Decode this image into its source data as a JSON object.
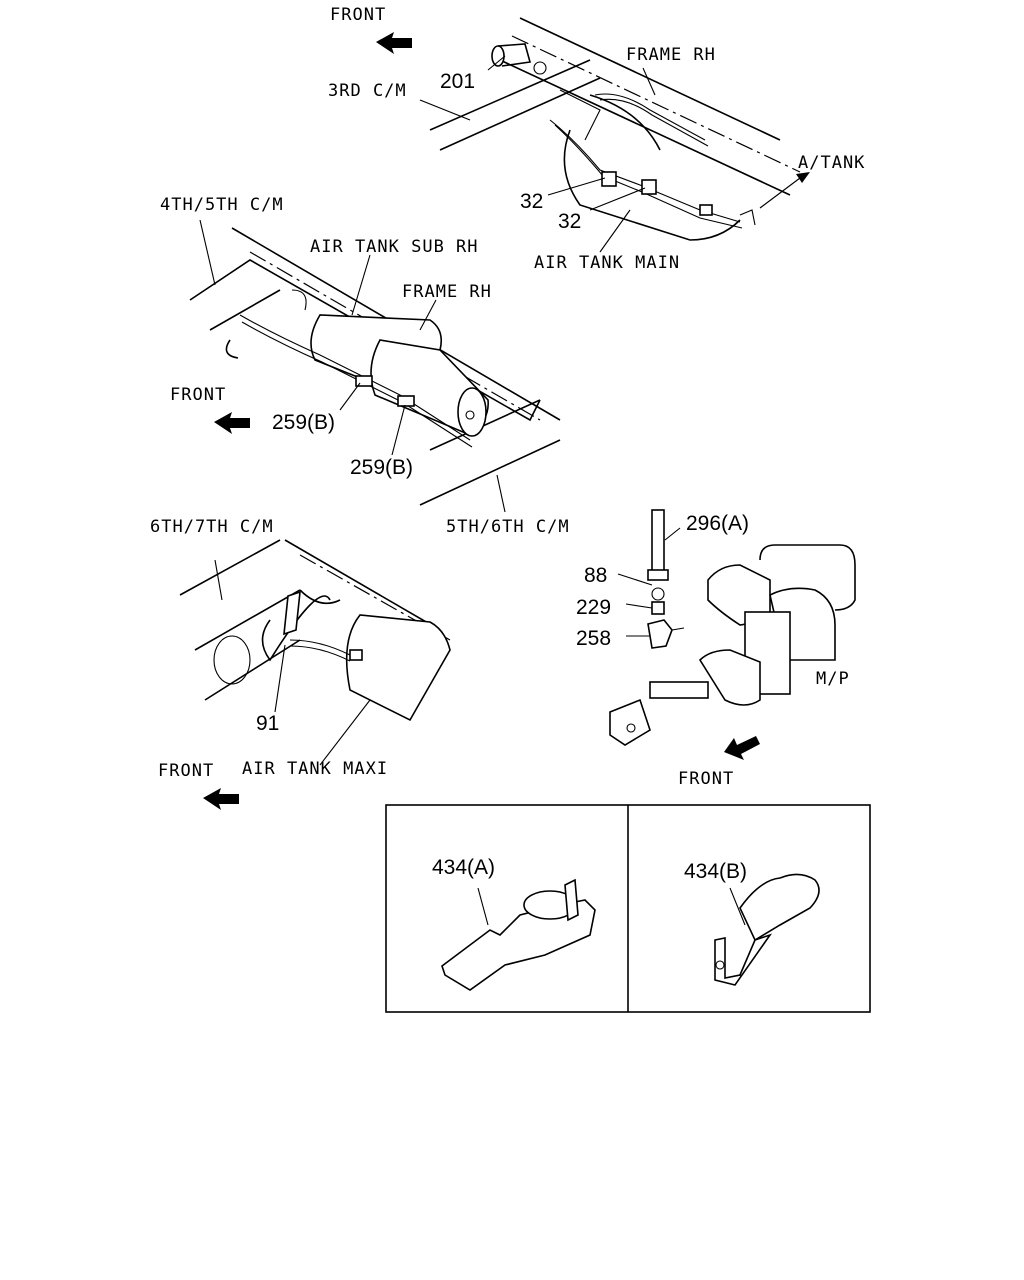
{
  "labels": {
    "front_top": "FRONT",
    "frame_rh_top": "FRAME RH",
    "cm_3rd": "3RD C/M",
    "part_201": "201",
    "a_tank": "A/TANK",
    "part_32_a": "32",
    "part_32_b": "32",
    "air_tank_main": "AIR TANK MAIN",
    "cm_4th5th": "4TH/5TH C/M",
    "air_tank_sub_rh": "AIR TANK SUB RH",
    "frame_rh_mid": "FRAME RH",
    "front_mid": "FRONT",
    "part_259b_a": "259(B)",
    "part_259b_b": "259(B)",
    "cm_6th7th": "6TH/7TH C/M",
    "cm_5th6th": "5TH/6TH C/M",
    "part_296a": "296(A)",
    "part_88": "88",
    "part_229": "229",
    "part_258": "258",
    "mp": "M/P",
    "part_91": "91",
    "front_low_left": "FRONT",
    "air_tank_maxi": "AIR TANK MAXI",
    "front_low_right": "FRONT",
    "part_434a": "434(A)",
    "part_434b": "434(B)"
  }
}
